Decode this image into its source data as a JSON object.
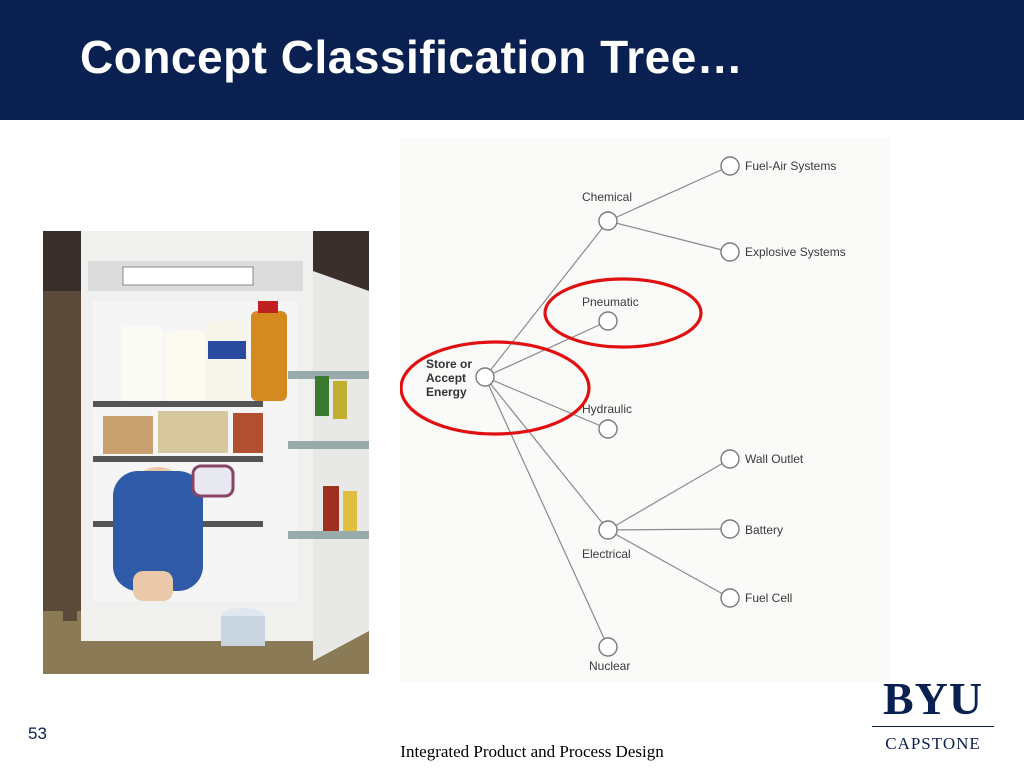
{
  "slide": {
    "title": "Concept Classification Tree…",
    "number": "53",
    "footer": "Integrated Product and Process Design"
  },
  "logo": {
    "primary": "BYU",
    "secondary": "CAPSTONE"
  },
  "photo": {
    "description_icon": "refrigerator-photo"
  },
  "tree": {
    "root_lines": [
      "Store or",
      "Accept",
      "Energy"
    ],
    "branches": {
      "chemical": "Chemical",
      "pneumatic": "Pneumatic",
      "hydraulic": "Hydraulic",
      "electrical": "Electrical",
      "nuclear": "Nuclear"
    },
    "leaves": {
      "fuel_air": "Fuel-Air Systems",
      "explosive": "Explosive Systems",
      "wall_outlet": "Wall Outlet",
      "battery": "Battery",
      "fuel_cell": "Fuel Cell"
    },
    "highlighted": [
      "Store or Accept Energy",
      "Pneumatic"
    ]
  },
  "colors": {
    "navy": "#0a2050",
    "highlight": "#e01010",
    "connector": "#8a8a8a"
  }
}
